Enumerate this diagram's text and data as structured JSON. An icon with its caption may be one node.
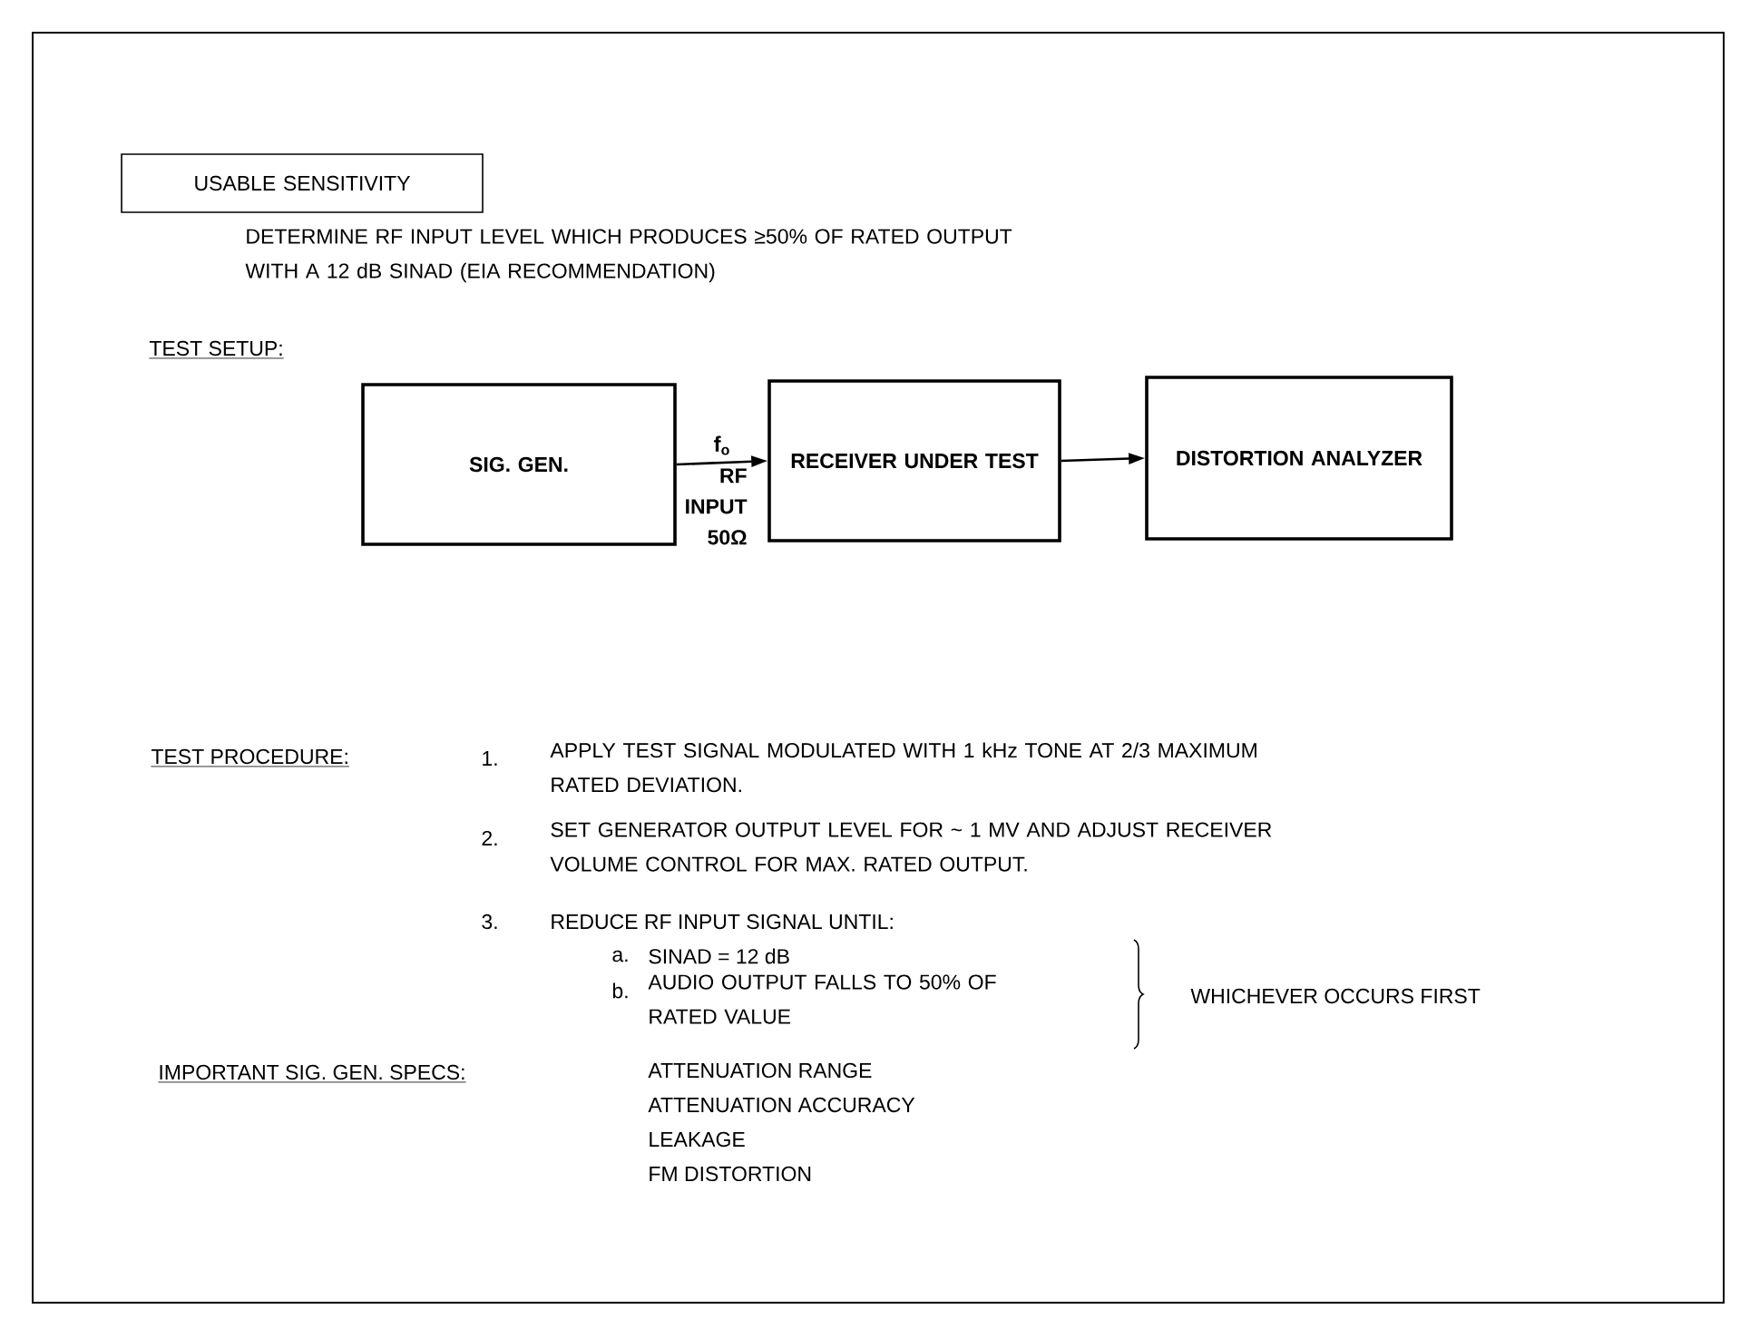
{
  "diagram": {
    "nodes": [
      {
        "text": [
          "USABLE SENSITIVITY"
        ]
      },
      {
        "text": [
          "SIG. GEN."
        ]
      },
      {
        "text": [
          "RECEIVER UNDER TEST"
        ]
      },
      {
        "text": [
          "DISTORTION ANALYZER"
        ]
      }
    ],
    "edges": [
      {
        "from": 1,
        "to": 2,
        "arrow": "to",
        "label": "f$_{o}$"
      },
      {
        "from": 2,
        "to": 3,
        "arrow": "to"
      }
    ],
    "labels": [
      "DETERMINE RF INPUT LEVEL WHICH PRODUCES ≥50% OF RATED OUTPUT WITH A 12 dB SINAD (EIA RECOMMENDATION)",
      "TEST SETUP:",
      "RF INPUT 50Ω",
      "TEST PROCEDURE:",
      "1.",
      "APPLY TEST SIGNAL MODULATED WITH 1 kHz TONE AT 2/3 MAXIMUM RATED DEVIATION.",
      "2.",
      "SET GENERATOR OUTPUT LEVEL FOR ~ 1 MV AND ADJUST RECEIVER VOLUME CONTROL FOR MAX. RATED OUTPUT.",
      "3.",
      "REDUCE RF INPUT SIGNAL UNTIL:",
      "a.",
      "SINAD = 12 dB",
      "b.",
      "AUDIO OUTPUT FALLS TO 50% OF RATED VALUE",
      "WHICHEVER OCCURS FIRST",
      "IMPORTANT SIG. GEN. SPECS:",
      "ATTENUATION RANGE",
      "ATTENUATION ACCURACY",
      "LEAKAGE",
      "FM DISTORTION"
    ]
  }
}
